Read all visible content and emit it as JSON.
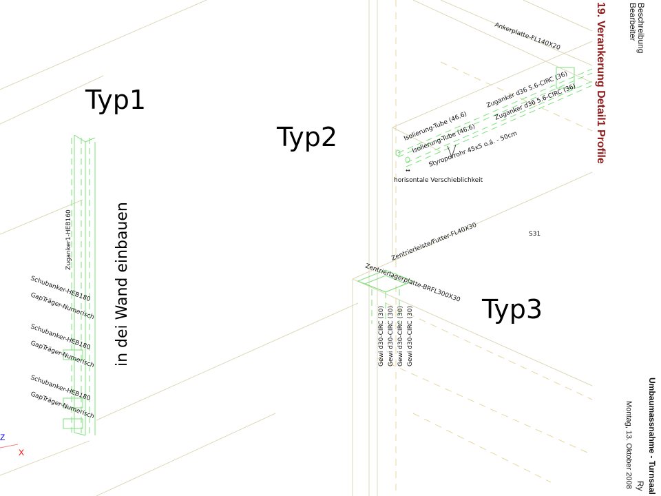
{
  "types": {
    "typ1": "Typ1",
    "typ2": "Typ2",
    "typ3": "Typ3"
  },
  "vertical_note": "in dei Wand einbauen",
  "labels": {
    "zuganker1": "Zuganker1-HEB160",
    "schubanker": [
      "Schubanker-HEB180",
      "Schubanker-HEB180",
      "Schubanker-HEB180"
    ],
    "gaptraeger": [
      "GapTräger-Numerisch",
      "GapTräger-Numerisch",
      "GapTräger-Numerisch"
    ],
    "ankerplatte": "Ankerplatte-FL140X20",
    "isolierung": [
      "Isolierung-Tube (46.6)",
      "Isolierung-Tube (46.6)"
    ],
    "zuganker_d36": [
      "Zuganker d36 5.6-CIRC (36)",
      "Zuganker d36 5.6-CIRC (36)"
    ],
    "styroporrohr": "Styroporrohr 45x5 o.ä. - 50cm",
    "verschieblichkeit": "horisontale Verschieblichkeit",
    "s31": "S31",
    "zentrierleiste": "Zentrierleiste/Futter-FL40X30",
    "zentrierlagerplatte": "Zentrierlagerplatte-BRFL300X30",
    "gewi": [
      "Gewi d30-CIRC (30)",
      "Gewi d30-CIRC (30)",
      "Gewi d30-CIRC (30)",
      "Gewi d30-CIRC (30)"
    ]
  },
  "axes": {
    "z": "Z",
    "x": "X"
  },
  "title_block": {
    "beschreibung": "Beschreibung",
    "bearbeiter": "Bearbeiter",
    "title": "19. Verankerung Detail1 Profile",
    "project": "Umbaumassnahme - Turnsaal",
    "author": "Ry",
    "date": "Montag, 13. Oktober 2008"
  },
  "colors": {
    "title": "#8b1a1a",
    "steel": "#7be07b",
    "structure": "#ddd8b8",
    "axis_z": "#0000ff",
    "axis_x": "#ff0000"
  }
}
